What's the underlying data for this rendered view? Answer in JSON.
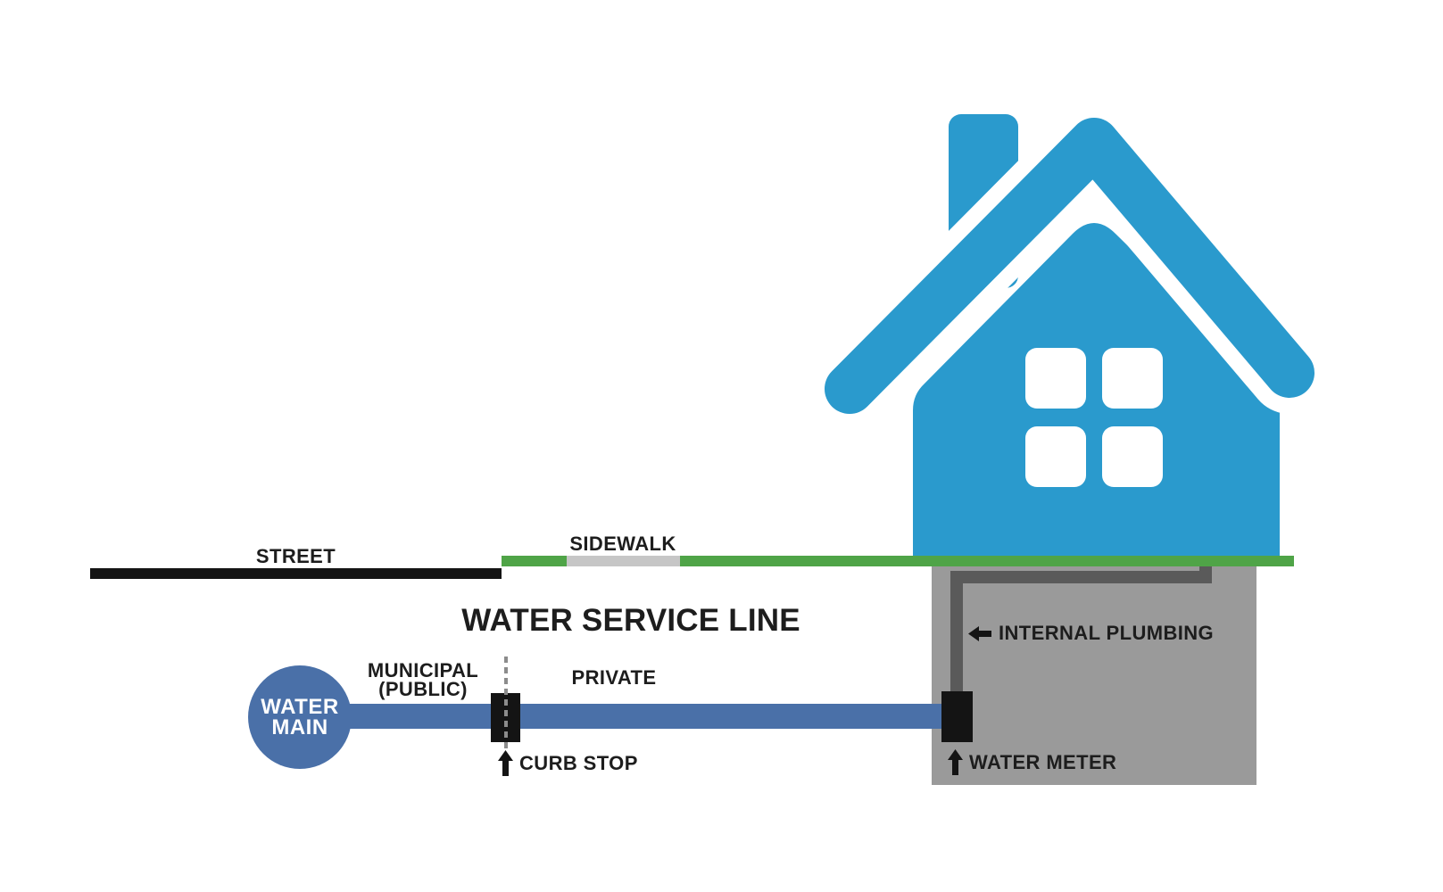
{
  "diagram": {
    "title": "WATER SERVICE LINE",
    "street_label": "STREET",
    "sidewalk_label": "SIDEWALK",
    "municipal_label_line1": "MUNICIPAL",
    "municipal_label_line2": "(PUBLIC)",
    "private_label": "PRIVATE",
    "water_main": {
      "line1": "WATER",
      "line2": "MAIN"
    },
    "curb_stop_label": "CURB STOP",
    "water_meter_label": "WATER METER",
    "internal_plumbing_label": "INTERNAL PLUMBING",
    "icons": {
      "house": "house-icon",
      "curb_stop_pointer": "up-arrow-icon",
      "water_meter_pointer": "up-arrow-icon",
      "internal_plumbing_pointer": "left-arrow-icon"
    },
    "colors": {
      "house_blue": "#2a9acd",
      "pipe_blue": "#4a70a8",
      "sidewalk_green": "#4fa447",
      "sidewalk_concrete_gray": "#c6c6c6",
      "foundation_gray": "#9a9a9a",
      "internal_plumbing_gray": "#5a5a5a",
      "street_black": "#141414",
      "text_black": "#1d1d1d",
      "background": "#ffffff"
    }
  }
}
